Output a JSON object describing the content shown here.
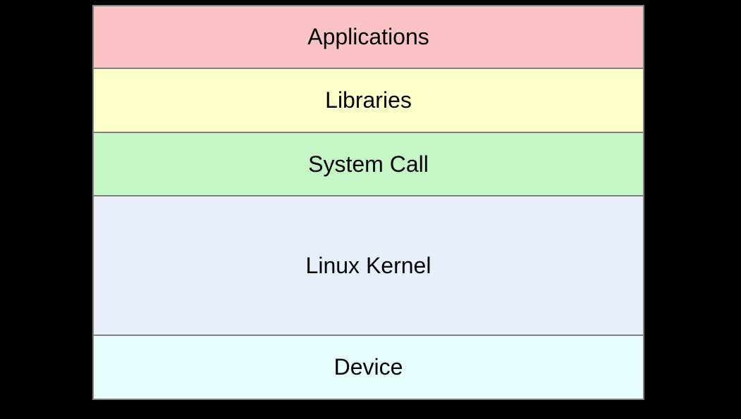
{
  "page": {
    "background_color": "#000000"
  },
  "diagram": {
    "border_color": "#808080",
    "label_color": "#000000",
    "layers": [
      {
        "label": "Applications",
        "color": "#fcc3c7"
      },
      {
        "label": "Libraries",
        "color": "#fdffc9"
      },
      {
        "label": "System Call",
        "color": "#c5f6c6"
      },
      {
        "label": "Linux Kernel",
        "color": "#e8eefa"
      },
      {
        "label": "Device",
        "color": "#e5fdfb"
      }
    ]
  }
}
